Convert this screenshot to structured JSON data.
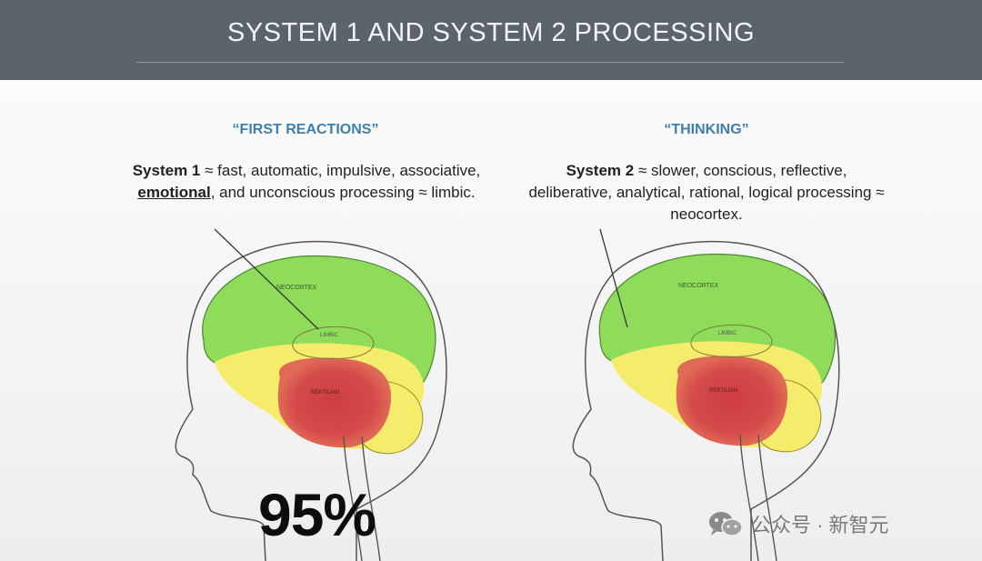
{
  "slide": {
    "title": "SYSTEM 1 AND SYSTEM 2 PROCESSING"
  },
  "left_panel": {
    "label": "“FIRST REACTIONS”",
    "desc_lead": "System 1",
    "desc_text_1": " ≈ fast, automatic, impulsive, associative, ",
    "desc_emphasis": "emotional",
    "desc_text_2": ", and unconscious processing ≈ limbic.",
    "brain_labels": {
      "neocortex": "NEOCORTEX",
      "limbic": "LIMBIC",
      "reptilian": "REPTILIAN"
    },
    "percentage": "95%"
  },
  "right_panel": {
    "label": "“THINKING”",
    "desc_lead": "System 2",
    "desc_text_1": " ≈ slower, conscious, reflective, deliberative, analytical, rational, logical processing ≈ neocortex.",
    "brain_labels": {
      "neocortex": "NEOCORTEX",
      "limbic": "LIMBIC",
      "reptilian": "REPTILIAN"
    }
  },
  "watermark": {
    "icon": "wechat-icon",
    "text": "公众号 · 新智元"
  },
  "colors": {
    "header_bg": "#5b636c",
    "label_blue": "#3f7fae",
    "neocortex_green": "#8fdc5a",
    "limbic_yellow": "#f4ec6a",
    "reptilian_red": "#d44a4a"
  }
}
